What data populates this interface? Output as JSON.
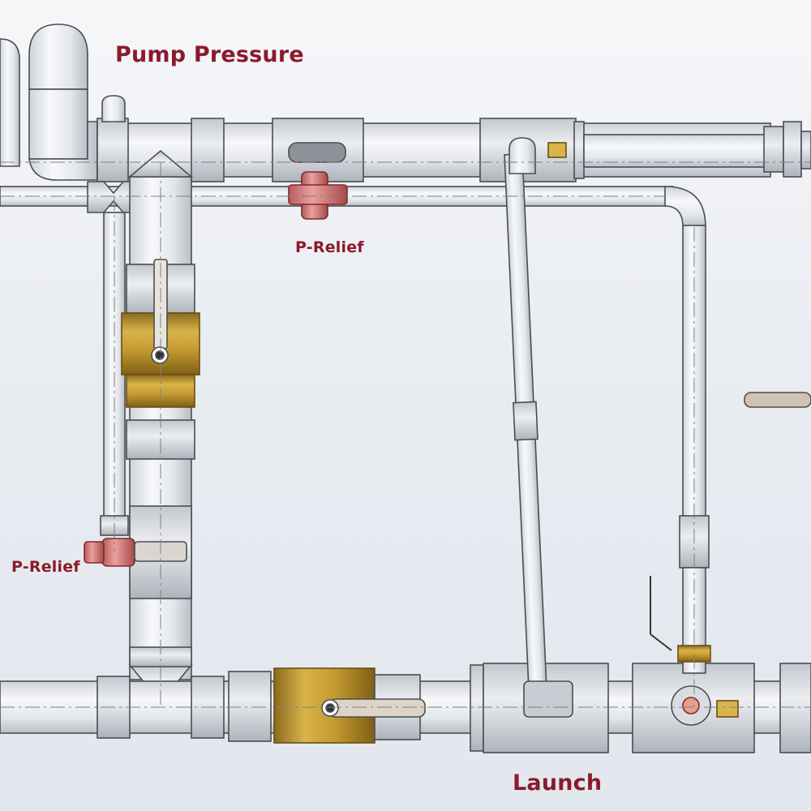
{
  "labels": {
    "title": "Pump Pressure",
    "relief_top": "P-Relief",
    "relief_left": "P-Relief",
    "launch": "Launch"
  },
  "colors": {
    "label": "#8b1a2b",
    "pipe_fill": "#eef0f3",
    "pipe_stroke": "#4a4d52",
    "brass": "#c9a23a",
    "brass_dark": "#8a6a1c",
    "relief_valve": "#d98080",
    "handle": "#d9cfc2"
  }
}
